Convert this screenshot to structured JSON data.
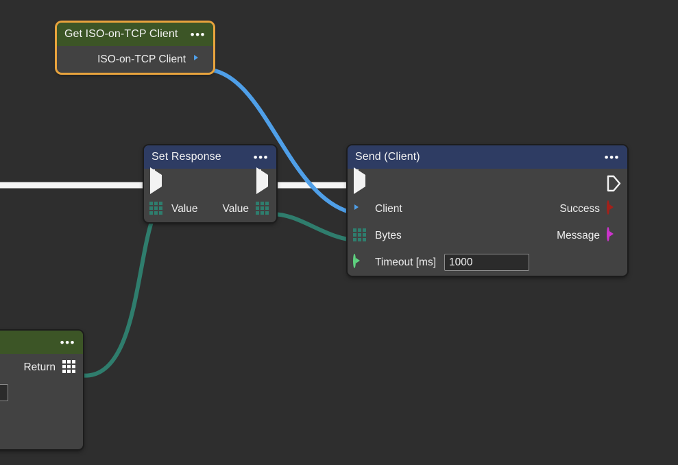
{
  "canvas": {
    "background": "#2e2e2e"
  },
  "palette": {
    "header_blue": "#2e3c63",
    "header_green": "#3c5526",
    "node_body": "#424242",
    "accent_orange": "#e8a33d",
    "pin_blue": "#4f9fe8",
    "pin_teal": "#2e7e6e",
    "pin_green": "#5ed17f",
    "pin_red": "#a52019",
    "pin_magenta": "#cc33cc",
    "exec_white": "#f3f3f3",
    "wire_blue": "#4f9fe8",
    "wire_teal": "#2f7d6d",
    "wire_white": "#f5f5f5"
  },
  "nodes": {
    "get_client": {
      "title": "Get ISO-on-TCP Client",
      "menu": "•••",
      "header_color": "#3c5526",
      "selected": true,
      "outputs": [
        {
          "label": "ISO-on-TCP Client",
          "pin": "circle-filled",
          "color": "#4f9fe8"
        }
      ]
    },
    "set_response": {
      "title": "Set Response",
      "menu": "•••",
      "header_color": "#2e3c63",
      "exec_in": "exec-arrow-filled-icon",
      "exec_out": "exec-arrow-filled-icon",
      "inputs": [
        {
          "label": "Value",
          "pin": "grid",
          "color": "#2e7e6e"
        }
      ],
      "outputs": [
        {
          "label": "Value",
          "pin": "grid",
          "color": "#2e7e6e"
        }
      ]
    },
    "send_client": {
      "title": "Send (Client)",
      "menu": "•••",
      "header_color": "#2e3c63",
      "exec_in": "exec-arrow-filled-icon",
      "exec_out": "exec-arrow-hollow-icon",
      "inputs": [
        {
          "label": "Client",
          "pin": "circle-filled",
          "color": "#4f9fe8"
        },
        {
          "label": "Bytes",
          "pin": "grid",
          "color": "#2e7e6e"
        },
        {
          "label": "Timeout [ms]",
          "pin": "circle-hollow",
          "color": "#5ed17f",
          "value": "1000",
          "placeholder": ""
        }
      ],
      "outputs": [
        {
          "label": "Success",
          "pin": "circle-hollow",
          "color": "#a52019"
        },
        {
          "label": "Message",
          "pin": "circle-hollow",
          "color": "#cc33cc"
        }
      ]
    },
    "return_node": {
      "title": "",
      "menu": "•••",
      "header_color": "#3c5526",
      "outputs": [
        {
          "label": "Return",
          "pin": "grid",
          "color": "#ffffff"
        }
      ],
      "field_value": ""
    }
  },
  "wires": [
    {
      "name": "client-to-send-client",
      "color": "#4f9fe8",
      "type": "data"
    },
    {
      "name": "exec-in-to-set-response",
      "color": "#f5f5f5",
      "type": "exec"
    },
    {
      "name": "set-response-to-send-exec",
      "color": "#f5f5f5",
      "type": "exec"
    },
    {
      "name": "return-to-set-response-value",
      "color": "#2f7d6d",
      "type": "data"
    },
    {
      "name": "set-response-value-to-bytes",
      "color": "#2f7d6d",
      "type": "data"
    }
  ]
}
